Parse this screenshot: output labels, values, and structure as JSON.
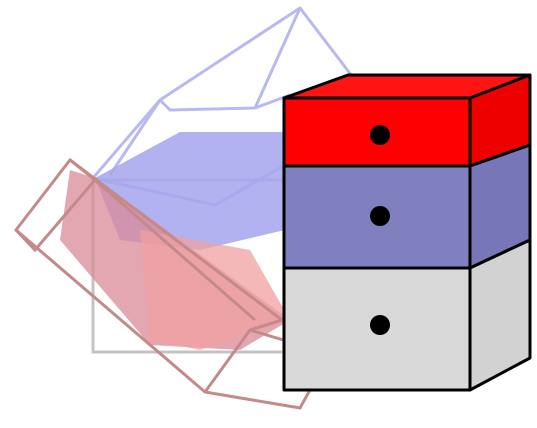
{
  "figure": {
    "description_free": true,
    "boxes": [
      {
        "id": "top-drawer",
        "color": "#ff0000",
        "side_color": "#e60000",
        "top_color": "#ff1a1a",
        "knob": true
      },
      {
        "id": "middle-drawer",
        "color": "#7f7fbf",
        "side_color": "#7474b4",
        "knob": true
      },
      {
        "id": "bottom-drawer",
        "color": "#d9d9d9",
        "side_color": "#d0d0d0",
        "knob": true
      }
    ],
    "ghost_boxes": [
      {
        "id": "ghost-blue",
        "stroke": "#b8b8f0",
        "fill": "#a9a9f2"
      },
      {
        "id": "ghost-red",
        "stroke": "#c48a8a",
        "fill": "#e59a9a"
      },
      {
        "id": "ghost-gray",
        "stroke": "#bbbbbb"
      }
    ],
    "outline_color": "#000000"
  }
}
